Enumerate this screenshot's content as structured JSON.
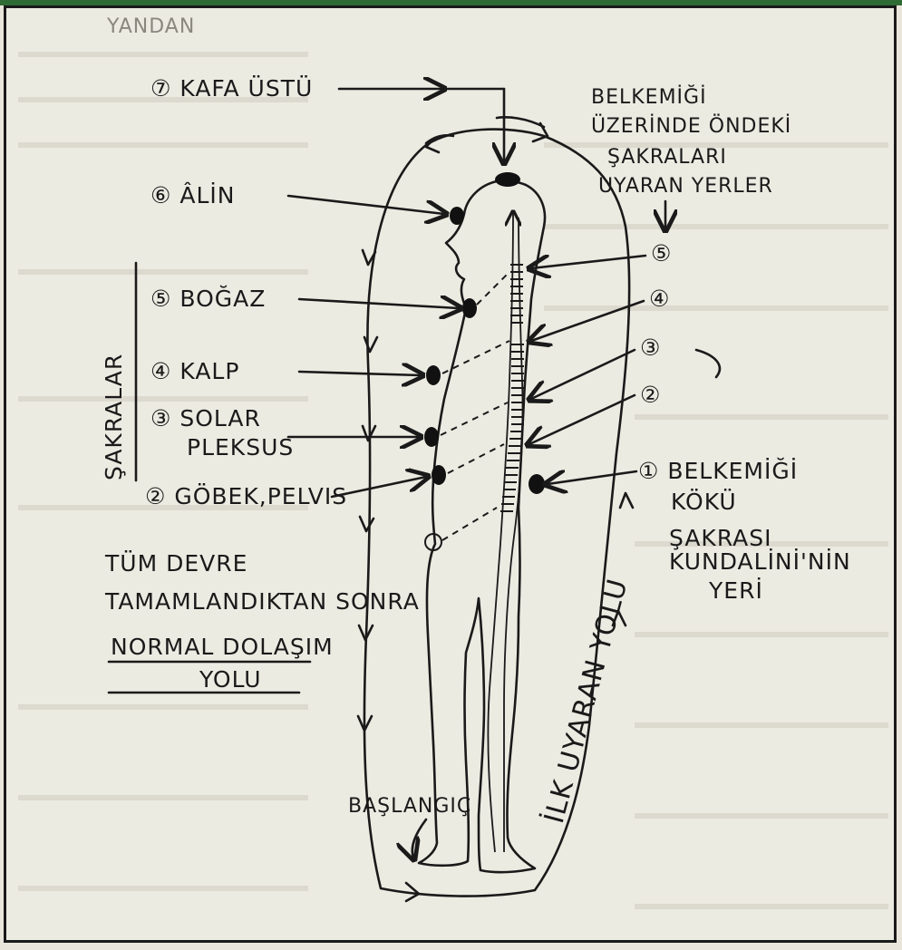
{
  "labels": {
    "top_partial": "YANDAN",
    "crown": "⑦ KAFA ÜSTÜ",
    "forehead": "⑥ ÂLİN",
    "throat": "⑤ BOĞAZ",
    "heart": "④ KALP",
    "solar_1": "③ SOLAR",
    "solar_2": "PLEKSUS",
    "navel": "② GÖBEK,PELVIS",
    "chakras_vertical": "ŞAKRALAR",
    "right_title_1": "BELKEMİĞİ",
    "right_title_2": "ÜZERİNDE ÖNDEKİ",
    "right_title_3": "ŞAKRALARI",
    "right_title_4": "UYARAN YERLER",
    "num_5": "⑤",
    "num_4": "④",
    "num_3": "③",
    "num_2": "②",
    "root_1": "① BELKEMİĞİ",
    "root_2": "KÖKÜ",
    "root_3": "ŞAKRASI",
    "root_4": "KUNDALİNİ'NİN",
    "root_5": "YERİ",
    "circuit_1": "TÜM DEVRE",
    "circuit_2": "TAMAMLANDIKTAN SONRA",
    "normal_1": "NORMAL DOLAŞIM",
    "normal_2": "YOLU",
    "first_path": "İLK UYARAN YOLU",
    "start": "BAŞLANGIÇ"
  },
  "colors": {
    "ink": "#1a1a1a",
    "paper": "#ecebe2",
    "ghost_text": "#c9c6bb"
  }
}
